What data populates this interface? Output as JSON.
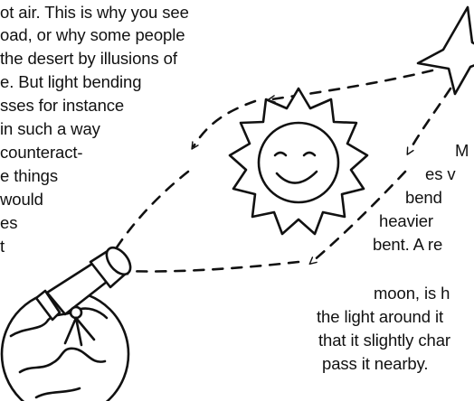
{
  "text_left": [
    "ot air. This is why you see",
    "oad, or why some people",
    "the desert by illusions of",
    "e. But light bending",
    "sses for instance",
    "in such a way",
    "counteract-",
    "e things",
    "would",
    "es",
    "t"
  ],
  "text_right": [
    "M",
    "es v",
    "bend",
    "heavier",
    "bent. A re",
    "moon, is h",
    "the light around it",
    "that it slightly char",
    "pass it nearby."
  ],
  "illustration": {
    "elements": [
      "star-icon",
      "smiling-sun",
      "telescope-icon",
      "earth-globe",
      "dashed-light-paths"
    ],
    "ink_color": "#111111",
    "background_color": "#ffffff"
  }
}
